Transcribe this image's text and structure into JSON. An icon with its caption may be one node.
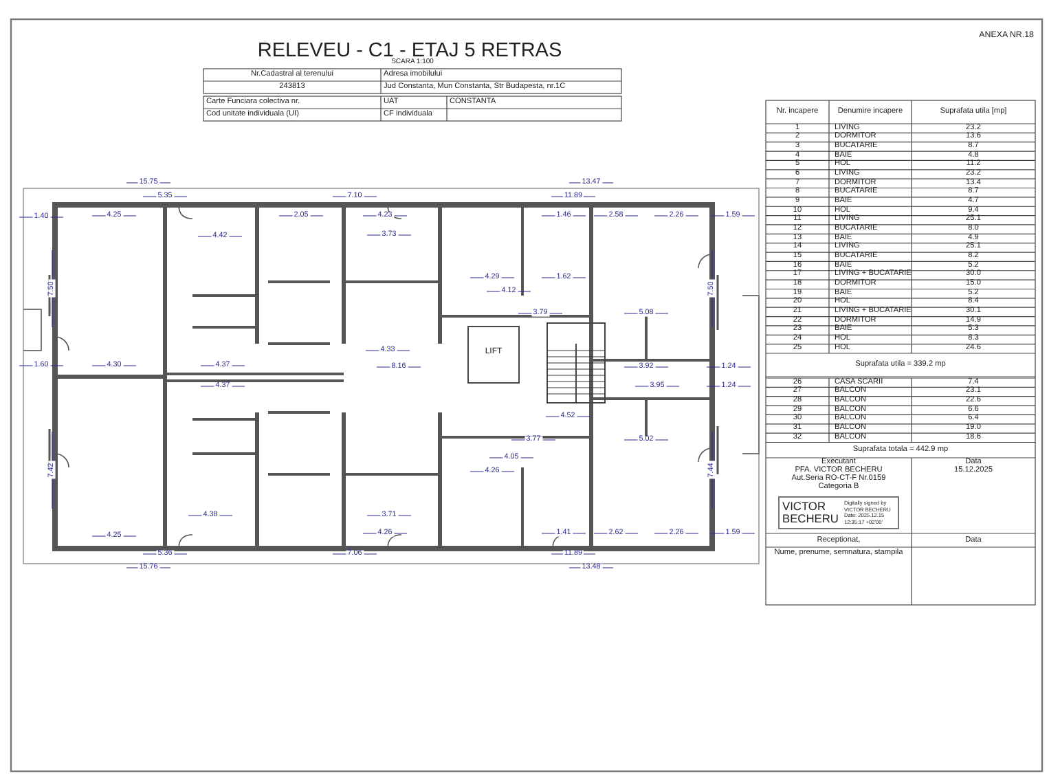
{
  "diagram": {
    "title": "RELEVEU - C1 - ETAJ 5 RETRAS",
    "nodes": [
      {
        "text": [
          "LIFT"
        ]
      },
      {
        "text": [
          "VICTOR BECHERU",
          "Digitally signed by VICTOR BECHERU Date: 2025.12.15 12:35:17 +02'00'"
        ]
      }
    ],
    "labels": [
      "ANEXA NR.18",
      "SCARA 1:100",
      "Nr.Cadastral al terenului",
      "Adresa imobilului",
      "243813",
      "Jud Constanta, Mun Constanta, Str Budapesta, nr.1C",
      "Carte Funciara colectiva nr.",
      "UAT",
      "CONSTANTA",
      "Cod unitate individuala (UI)",
      "CF individuala",
      "Nr. incapere",
      "Denumire incapere",
      "Suprafata utila [mp]",
      "1",
      "LIVING",
      "23.2",
      "2",
      "DORMITOR",
      "13.6",
      "3",
      "BUCATARIE",
      "8.7",
      "4",
      "BAIE",
      "4.8",
      "5",
      "HOL",
      "11.2",
      "6",
      "LIVING",
      "23.2",
      "7",
      "DORMITOR",
      "13.4",
      "8",
      "BUCATARIE",
      "8.7",
      "9",
      "BAIE",
      "4.7",
      "10",
      "HOL",
      "9.4",
      "11",
      "LIVING",
      "25.1",
      "12",
      "BUCATARIE",
      "8.0",
      "13",
      "BAIE",
      "4.9",
      "14",
      "LIVING",
      "25.1",
      "15",
      "BUCATARIE",
      "8.2",
      "16",
      "BAIE",
      "5.2",
      "17",
      "LIVING + BUCATARIE",
      "30.0",
      "18",
      "DORMITOR",
      "15.0",
      "19",
      "BAIE",
      "5.2",
      "20",
      "HOL",
      "8.4",
      "21",
      "LIVING + BUCATARIE",
      "30.1",
      "22",
      "DORMITOR",
      "14.9",
      "23",
      "BAIE",
      "5.3",
      "24",
      "HOL",
      "8.3",
      "25",
      "HOL",
      "24.6",
      "Suprafata utila = 339.2 mp",
      "26",
      "CASA SCARII",
      "7.4",
      "27",
      "BALCON",
      "23.1",
      "28",
      "BALCON",
      "22.6",
      "29",
      "BALCON",
      "6.6",
      "30",
      "BALCON",
      "6.4",
      "31",
      "BALCON",
      "19.0",
      "32",
      "BALCON",
      "18.6",
      "Suprafata totala = 442.9 mp",
      "Executant",
      "PFA. VICTOR BECHERU",
      "Aut.Seria RO-CT-F Nr.0159",
      "Categoria B",
      "Data",
      "15.12.2025",
      "Receptionat,",
      "Data",
      "Nume, prenume, semnatura, stampila",
      "15.75",
      "13.47",
      "5.35",
      "7.10",
      "11.89",
      "1.40",
      "4.25",
      "2.05",
      "4.23",
      "1.46",
      "2.58",
      "2.26",
      "1.59",
      "4.42",
      "3.73",
      "4.29",
      "1.62",
      "7.50",
      "4.12",
      "7.50",
      "3.79",
      "5.08",
      "4.33",
      "1.60",
      "4.30",
      "4.37",
      "8.16",
      "3.92",
      "1.24",
      "4.37",
      "3.95",
      "1.24",
      "4.52",
      "3.77",
      "5.02",
      "4.05",
      "7.42",
      "4.26",
      "7.44",
      "4.38",
      "3.71",
      "4.25",
      "4.26",
      "1.41",
      "2.62",
      "2.26",
      "1.59",
      "5.36",
      "7.06",
      "11.89",
      "15.76",
      "13.48"
    ]
  }
}
